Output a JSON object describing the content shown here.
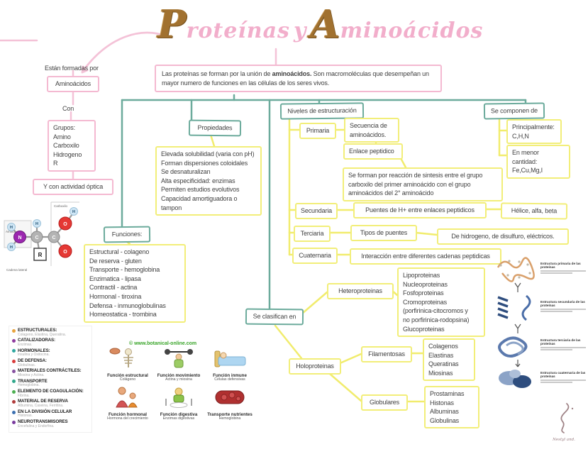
{
  "palette": {
    "pink": "#f4b9d1",
    "teal": "#6cab9c",
    "yellow": "#f2ee79",
    "gold": "#a1712f",
    "text": "#3f3f3f",
    "link_green": "#3aa52a"
  },
  "title": {
    "p": "P",
    "rest1": "roteínas",
    "conj": "y",
    "a": "A",
    "rest2": "minoácidos"
  },
  "left_branch": {
    "formed_by": "Están formadas por",
    "aminoacidos": "Aminoácidos",
    "con": "Con",
    "grupos": [
      "Grupos:",
      "Amino",
      "Carboxilo",
      "Hidrogeno",
      "R"
    ],
    "optica": "Y con actividad óptica"
  },
  "molecule": {
    "carboxilo": "Carboxilo",
    "amino": "Amino",
    "cadena_lateral": "Cadena lateral",
    "n": "N",
    "c": "C",
    "o": "O",
    "h": "H",
    "r": "R"
  },
  "intro": {
    "pre": "Las proteínas se forman por la unión de ",
    "bold": "aminoácidos.",
    "post": " Son macromoléculas que desempeñan un mayor numero de funciones en las células de los seres vivos."
  },
  "propiedades": {
    "label": "Propiedades",
    "items": [
      "Elevada solubilidad (varia con pH)",
      "Forman dispersiones coloidales",
      "Se desnaturalizan",
      "Alta especificidad: enzimas",
      "Permiten estudios evolutivos",
      "Capacidad amortiguadora o tampon"
    ]
  },
  "funciones": {
    "label": "Funciones:",
    "items": [
      "Estructural - colageno",
      "De reserva - gluten",
      "Transporte - hemoglobina",
      "Enzimatica - lipasa",
      "Contractil - actina",
      "Hormonal - tiroxina",
      "Defensa - inmunoglobulinas",
      "Homeostatica - trombina"
    ]
  },
  "niveles": {
    "label": "Niveles de estructuración",
    "primaria": "Primaria",
    "secuencia": "Secuencia de aminoácidos.",
    "enlace": "Enlace peptidico",
    "enlace_detalle": "Se forman por reacción de sintesis entre el grupo carboxilo del primer aminoácido con el grupo aminoácidos del 2° aminoácido",
    "secundaria": "Secundaria",
    "puentes": "Puentes de H+ entre enlaces peptidicos",
    "helice": "Hélice, alfa, beta",
    "terciaria": "Terciaria",
    "tipos": "Tipos de puentes",
    "tipos_detalle": "De hidrogeno, de disulfuro, eléctricos.",
    "cuaternaria": "Cuaternaria",
    "cuaternaria_detalle": "Interacción entre diferentes cadenas peptidicas"
  },
  "componen": {
    "label": "Se componen de",
    "principal": [
      "Principalmente:",
      "C,H,N"
    ],
    "menor": [
      "En menor cantidad:",
      "Fe,Cu,Mg,I"
    ]
  },
  "clasifican": {
    "label": "Se clasifican en",
    "hetero": "Heteroproteinas",
    "hetero_items": [
      "Lipoproteinas",
      "Nucleoproteinas",
      "Fosfoproteinas",
      "Cromoproteinas",
      "(porfirinica-citocromos y",
      "no porfirinica-rodopsina)",
      "Glucoproteinas"
    ],
    "holo": "Holoproteinas",
    "filamentosas": "Filamentosas",
    "filamentosas_items": [
      "Colagenos",
      "Elastinas",
      "Queratinas",
      "Miosinas"
    ],
    "globulares": "Globulares",
    "globulares_items": [
      "Prostaminas",
      "Histonas",
      "Albuminas",
      "Globulinas"
    ]
  },
  "legend": {
    "items": [
      {
        "title": "ESTRUCTURALES:",
        "subtitle": "Colageno, Elastina, Queratina.",
        "color": "#e8a33d"
      },
      {
        "title": "CATALIZADORAS:",
        "subtitle": "Enzimas.",
        "color": "#8e3a9e"
      },
      {
        "title": "HORMONALES:",
        "subtitle": "Insulina y Oxitocina.",
        "color": "#2fa7a0"
      },
      {
        "title": "DE DEFENSA:",
        "subtitle": "Globulinas.",
        "color": "#d93a3a"
      },
      {
        "title": "MATERIALES CONTRÁCTILES:",
        "subtitle": "Miosina y Actina.",
        "color": "#8750a0"
      },
      {
        "title": "TRANSPORTE",
        "subtitle": "Hemoglobina.",
        "color": "#2fa78b"
      },
      {
        "title": "ELEMENTO DE COAGULACIÓN:",
        "subtitle": "Fibrina.",
        "color": "#4caf50"
      },
      {
        "title": "MATERIAL DE RESERVA",
        "subtitle": "Albumina, Caseina, Ferritina.",
        "color": "#b03a3a"
      },
      {
        "title": "EN LA DIVISIÓN CELULAR",
        "subtitle": "Histonas.",
        "color": "#3a6fb0"
      },
      {
        "title": "NEUROTRANSMISORES",
        "subtitle": "Encefalina y Endorfina.",
        "color": "#7a3a9e"
      }
    ]
  },
  "botanical": {
    "copyright": "© www.botanical-online.com",
    "cells": [
      {
        "title": "Función estructural",
        "subtitle": "Colágeno"
      },
      {
        "title": "Función movimiento",
        "subtitle": "Actina y miosina"
      },
      {
        "title": "Función inmune",
        "subtitle": "Células defensivas"
      },
      {
        "title": "Función hormonal",
        "subtitle": "Hormona del crecimiento"
      },
      {
        "title": "Función digestiva",
        "subtitle": "Enzimas digestivas"
      },
      {
        "title": "Transporte nutrientes",
        "subtitle": "Hemoglobina"
      }
    ]
  },
  "estructuras": {
    "captions": [
      "Estructura primaria de las proteínas",
      "Estructura secundaria de las proteínas",
      "Estructura terciaria de las proteínas",
      "Estructura cuaternaria de las proteínas"
    ]
  },
  "signature": {
    "text": "Nestyl and."
  }
}
